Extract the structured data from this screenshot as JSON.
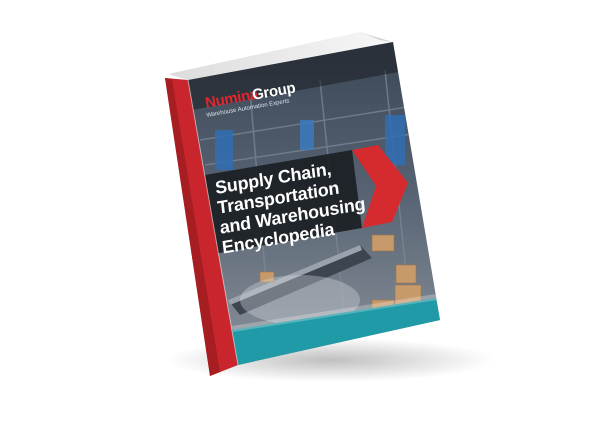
{
  "brand": {
    "name_part1": "Numina",
    "name_part2": "Group",
    "tagline": "Warehouse Automation Experts"
  },
  "book": {
    "title_lines": [
      "Supply Chain,",
      "Transportation",
      "and Warehousing",
      "Encyclopedia"
    ]
  },
  "colors": {
    "spine_red": "#c8262c",
    "accent_teal": "#1f9aa6",
    "title_band": "#1b1f24",
    "chevron_red": "#d52b2f",
    "brand_red": "#e3262e"
  }
}
